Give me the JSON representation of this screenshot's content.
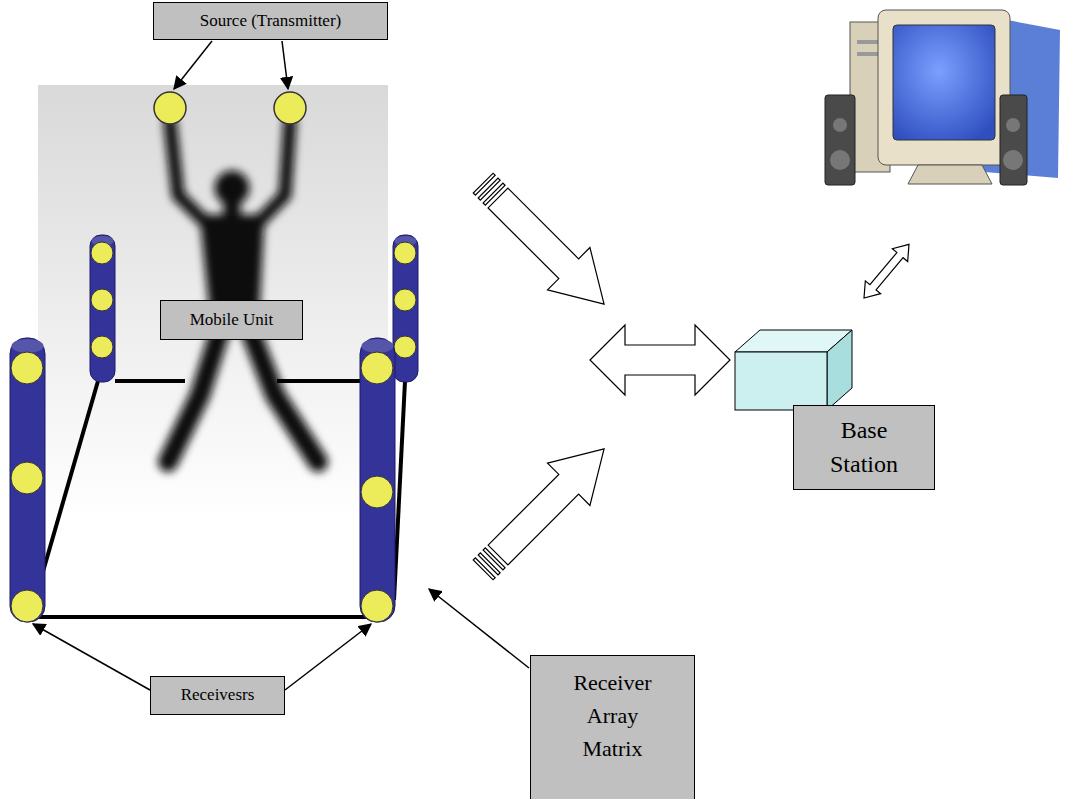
{
  "diagram": {
    "nodes": [
      {
        "text": [
          "Source (Transmitter)"
        ]
      },
      {
        "text": [
          "Mobile Unit"
        ]
      },
      {
        "text": [
          "Base Station"
        ]
      },
      {
        "text": [
          "Receivesrs"
        ]
      },
      {
        "text": [
          "Receiver Array Matrix"
        ]
      }
    ]
  }
}
